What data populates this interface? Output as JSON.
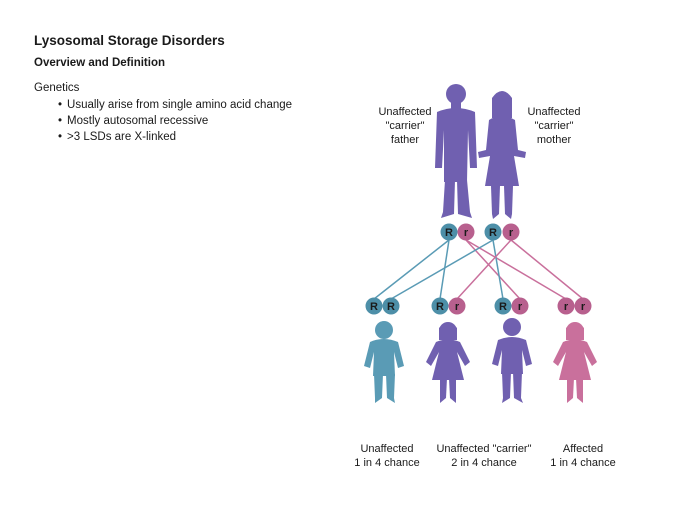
{
  "slide": {
    "title": "Lysosomal Storage Disorders",
    "subtitle": "Overview and Definition",
    "section_heading": "Genetics",
    "bullets": [
      "Usually arise from single amino acid change",
      "Mostly autosomal recessive",
      ">3 LSDs are X-linked"
    ]
  },
  "diagram": {
    "colors": {
      "parent_purple": "#7060b0",
      "allele_R": "#4d8fa8",
      "allele_r": "#b8608e",
      "child_unaffected": "#5a9bb5",
      "child_carrier": "#7060b0",
      "child_affected": "#c9709c"
    },
    "parents": [
      {
        "label_lines": [
          "Unaffected",
          "\"carrier\"",
          "father"
        ],
        "alleles": [
          "R",
          "r"
        ]
      },
      {
        "label_lines": [
          "Unaffected",
          "\"carrier\"",
          "mother"
        ],
        "alleles": [
          "R",
          "r"
        ]
      }
    ],
    "children": [
      {
        "alleles": [
          "R",
          "R"
        ]
      },
      {
        "alleles": [
          "R",
          "r"
        ]
      },
      {
        "alleles": [
          "R",
          "r"
        ]
      },
      {
        "alleles": [
          "r",
          "r"
        ]
      }
    ],
    "outcomes": [
      {
        "line1": "Unaffected",
        "line2": "1 in 4 chance"
      },
      {
        "line1": "Unaffected \"carrier\"",
        "line2": "2 in 4 chance"
      },
      {
        "line1": "Affected",
        "line2": "1 in 4 chance"
      }
    ]
  }
}
